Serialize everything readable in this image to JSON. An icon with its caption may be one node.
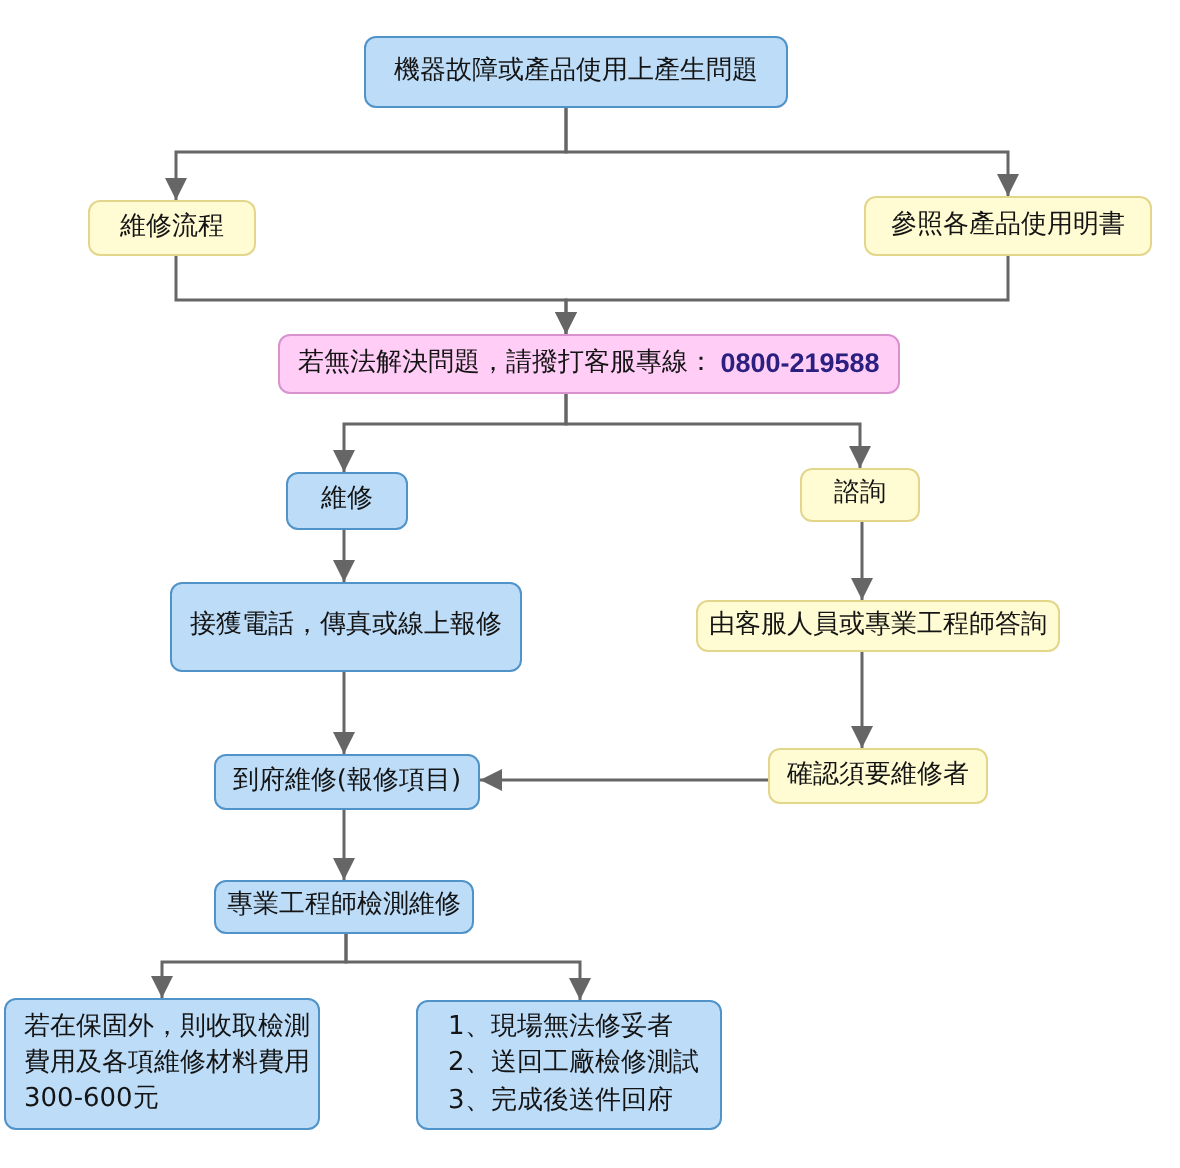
{
  "diagram": {
    "nodes": [
      {
        "text": [
          "機器故障或產品使用上產生問題"
        ]
      },
      {
        "text": [
          "維修流程"
        ]
      },
      {
        "text": [
          "參照各產品使用明書"
        ]
      },
      {
        "text": [
          "若無法解決問題，請撥打客服專線：",
          "0800-219588"
        ]
      },
      {
        "text": [
          "維修"
        ]
      },
      {
        "text": [
          "諮詢"
        ]
      },
      {
        "text": [
          "接獲電話，傳真或線上報修"
        ]
      },
      {
        "text": [
          "由客服人員或專業工程師答詢"
        ]
      },
      {
        "text": [
          "到府維修(報修項目)"
        ]
      },
      {
        "text": [
          "確認須要維修者"
        ]
      },
      {
        "text": [
          "專業工程師檢測維修"
        ]
      },
      {
        "text": [
          "若在保固外，則收取檢測費用及各項維修材料費用300-600元"
        ]
      },
      {
        "text": [
          "1、現場無法修妥者 2、送回工廠檢修測試 3、完成後送件回府"
        ]
      }
    ],
    "edges": [
      {
        "from": 0,
        "to": 1,
        "arrow": "to"
      },
      {
        "from": 0,
        "to": 2,
        "arrow": "to"
      },
      {
        "from": 1,
        "to": 3,
        "arrow": "to"
      },
      {
        "from": 2,
        "to": 3,
        "arrow": "to"
      },
      {
        "from": 3,
        "to": 4,
        "arrow": "to"
      },
      {
        "from": 3,
        "to": 5,
        "arrow": "to"
      },
      {
        "from": 4,
        "to": 6,
        "arrow": "to"
      },
      {
        "from": 5,
        "to": 7,
        "arrow": "to"
      },
      {
        "from": 6,
        "to": 8,
        "arrow": "to"
      },
      {
        "from": 7,
        "to": 9,
        "arrow": "to"
      },
      {
        "from": 9,
        "to": 8,
        "arrow": "to"
      },
      {
        "from": 8,
        "to": 10,
        "arrow": "to"
      },
      {
        "from": 10,
        "to": 11,
        "arrow": "to"
      },
      {
        "from": 10,
        "to": 12,
        "arrow": "to"
      }
    ]
  }
}
